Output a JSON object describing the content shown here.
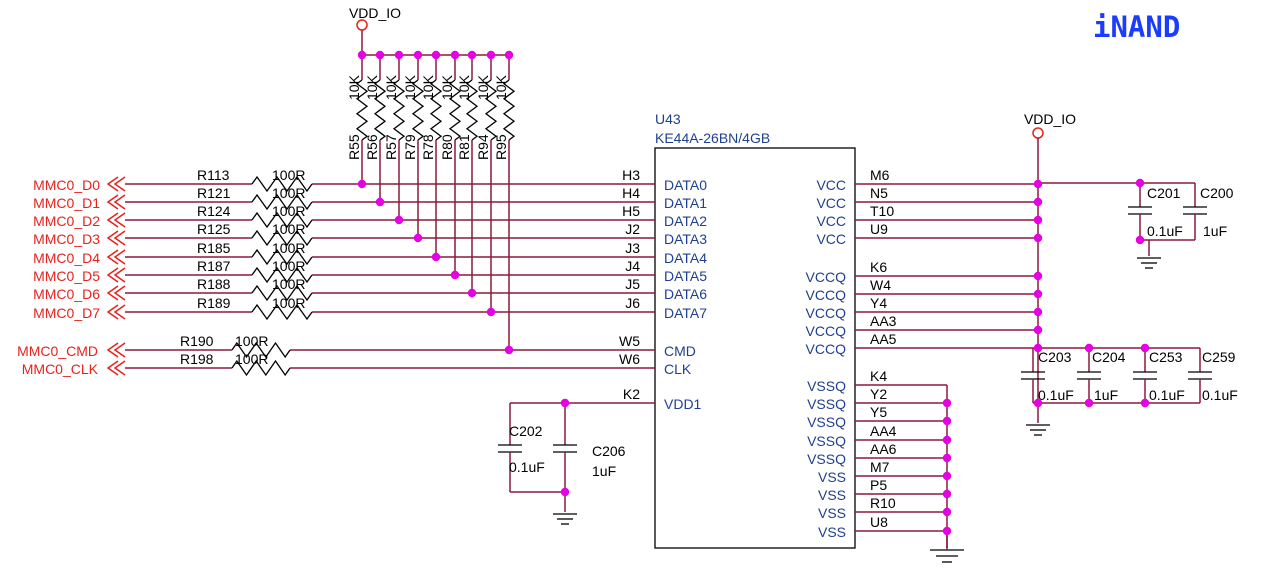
{
  "title": "iNAND",
  "power_net": "VDD_IO",
  "chip": {
    "ref": "U43",
    "part": "KE44A-26BN/4GB",
    "left_pins": [
      {
        "pin": "H3",
        "name": "DATA0"
      },
      {
        "pin": "H4",
        "name": "DATA1"
      },
      {
        "pin": "H5",
        "name": "DATA2"
      },
      {
        "pin": "J2",
        "name": "DATA3"
      },
      {
        "pin": "J3",
        "name": "DATA4"
      },
      {
        "pin": "J4",
        "name": "DATA5"
      },
      {
        "pin": "J5",
        "name": "DATA6"
      },
      {
        "pin": "J6",
        "name": "DATA7"
      },
      {
        "pin": "W5",
        "name": "CMD"
      },
      {
        "pin": "W6",
        "name": "CLK"
      },
      {
        "pin": "K2",
        "name": "VDD1"
      }
    ],
    "right_pins": [
      {
        "pin": "M6",
        "name": "VCC"
      },
      {
        "pin": "N5",
        "name": "VCC"
      },
      {
        "pin": "T10",
        "name": "VCC"
      },
      {
        "pin": "U9",
        "name": "VCC"
      },
      {
        "pin": "K6",
        "name": "VCCQ"
      },
      {
        "pin": "W4",
        "name": "VCCQ"
      },
      {
        "pin": "Y4",
        "name": "VCCQ"
      },
      {
        "pin": "AA3",
        "name": "VCCQ"
      },
      {
        "pin": "AA5",
        "name": "VCCQ"
      },
      {
        "pin": "K4",
        "name": "VSSQ"
      },
      {
        "pin": "Y2",
        "name": "VSSQ"
      },
      {
        "pin": "Y5",
        "name": "VSSQ"
      },
      {
        "pin": "AA4",
        "name": "VSSQ"
      },
      {
        "pin": "AA6",
        "name": "VSSQ"
      },
      {
        "pin": "M7",
        "name": "VSS"
      },
      {
        "pin": "P5",
        "name": "VSS"
      },
      {
        "pin": "R10",
        "name": "VSS"
      },
      {
        "pin": "U8",
        "name": "VSS"
      }
    ]
  },
  "signals": [
    {
      "net": "MMC0_D0",
      "res": "R113",
      "val": "100R"
    },
    {
      "net": "MMC0_D1",
      "res": "R121",
      "val": "100R"
    },
    {
      "net": "MMC0_D2",
      "res": "R124",
      "val": "100R"
    },
    {
      "net": "MMC0_D3",
      "res": "R125",
      "val": "100R"
    },
    {
      "net": "MMC0_D4",
      "res": "R185",
      "val": "100R"
    },
    {
      "net": "MMC0_D5",
      "res": "R187",
      "val": "100R"
    },
    {
      "net": "MMC0_D6",
      "res": "R188",
      "val": "100R"
    },
    {
      "net": "MMC0_D7",
      "res": "R189",
      "val": "100R"
    },
    {
      "net": "MMC0_CMD",
      "res": "R190",
      "val": "100R"
    },
    {
      "net": "MMC0_CLK",
      "res": "R198",
      "val": "100R"
    }
  ],
  "pullups": [
    {
      "ref": "R55",
      "val": "10K"
    },
    {
      "ref": "R56",
      "val": "10K"
    },
    {
      "ref": "R57",
      "val": "10K"
    },
    {
      "ref": "R79",
      "val": "10K"
    },
    {
      "ref": "R78",
      "val": "10K"
    },
    {
      "ref": "R80",
      "val": "10K"
    },
    {
      "ref": "R81",
      "val": "10K"
    },
    {
      "ref": "R94",
      "val": "10K"
    },
    {
      "ref": "R95",
      "val": "10K"
    }
  ],
  "caps": {
    "c201": {
      "ref": "C201",
      "val": "0.1uF"
    },
    "c200": {
      "ref": "C200",
      "val": "1uF"
    },
    "c203": {
      "ref": "C203",
      "val": "0.1uF"
    },
    "c204": {
      "ref": "C204",
      "val": "1uF"
    },
    "c253": {
      "ref": "C253",
      "val": "0.1uF"
    },
    "c259": {
      "ref": "C259",
      "val": "0.1uF"
    },
    "c202": {
      "ref": "C202",
      "val": "0.1uF"
    },
    "c206": {
      "ref": "C206",
      "val": "1uF"
    }
  }
}
